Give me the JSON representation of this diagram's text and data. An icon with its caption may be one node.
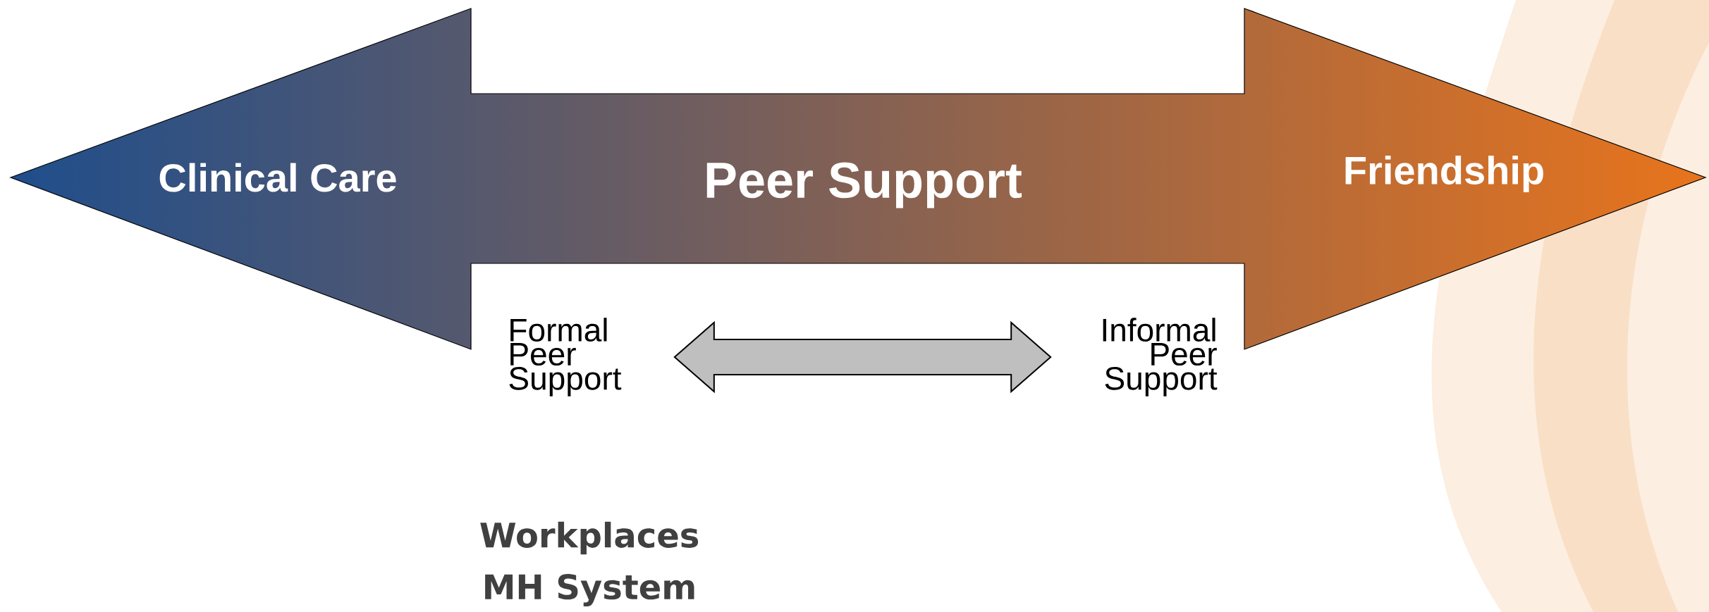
{
  "diagram": {
    "nodes": [
      {
        "text": [
          "Clinical Care",
          "Peer Support",
          "Friendship"
        ]
      },
      {
        "text": [
          "Formal Peer Support"
        ]
      },
      {
        "text": [
          "Informal Peer Support"
        ]
      }
    ],
    "edges": [
      {
        "from": 1,
        "to": 2,
        "arrow": "both"
      }
    ],
    "labels": [
      "Workplaces",
      "MH System"
    ]
  }
}
